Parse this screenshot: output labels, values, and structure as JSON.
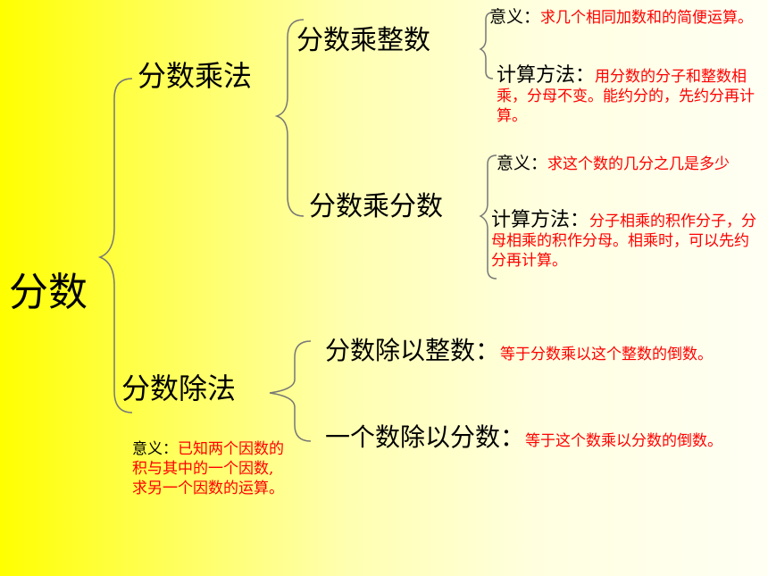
{
  "root": "分数",
  "multiplication": {
    "title": "分数乘法",
    "by_integer": {
      "title": "分数乘整数",
      "meaning_label": "意义：",
      "meaning_text": "求几个相同加数和的简便运算。",
      "method_label": "计算方法：",
      "method_text": "用分数的分子和整数相乘，分母不变。能约分的，先约分再计算。"
    },
    "by_fraction": {
      "title": "分数乘分数",
      "meaning_label": "意义：",
      "meaning_text": "求这个数的几分之几是多少",
      "method_label": "计算方法：",
      "method_text": "分子相乘的积作分子，分母相乘的积作分母。相乘时，可以先约分再计算。"
    }
  },
  "division": {
    "title": "分数除法",
    "meaning_label": "意义：",
    "meaning_text": "已知两个因数的积与其中的一个因数,求另一个因数的运算。",
    "by_integer": {
      "title": "分数除以整数：",
      "text": "等于分数乘以这个整数的倒数。"
    },
    "integer_by_fraction": {
      "title": "一个数除以分数：",
      "text": "等于这个数乘以分数的倒数。"
    }
  },
  "colors": {
    "accent_text": "#ff0000",
    "background_start": "#ffff00",
    "background_end": "#fffff4"
  }
}
